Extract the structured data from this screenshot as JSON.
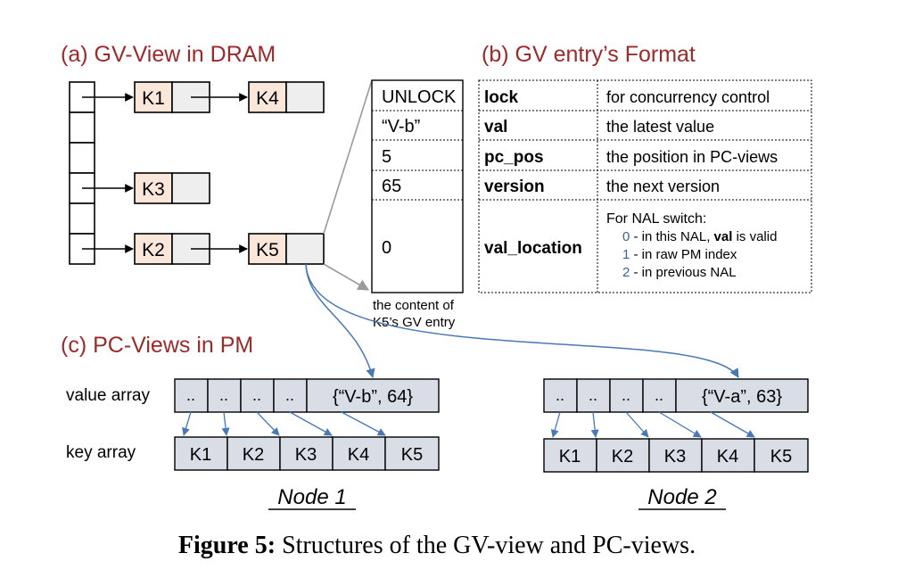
{
  "colors": {
    "heading": "#9b2a2a",
    "key_fill": "#fbe7d9",
    "cell_fill": "#eeeeee",
    "pc_fill": "#d9dde6",
    "arrow": "#4a78b5",
    "connector": "#9a9a9a",
    "code_blue": "#3f5f9a"
  },
  "headings": {
    "a": "(a) GV-View in DRAM",
    "b": "(b) GV entry’s Format",
    "c": "(c) PC-Views in PM"
  },
  "gv_view": {
    "keys": [
      "K1",
      "K4",
      "K3",
      "K2",
      "K5"
    ]
  },
  "entry_values": [
    "UNLOCK",
    "“V-b”",
    "5",
    "65",
    "0"
  ],
  "entry_caption": [
    "the content of",
    "K5’s GV entry"
  ],
  "format_table": {
    "rows": [
      {
        "field": "lock",
        "desc": "for concurrency control"
      },
      {
        "field": "val",
        "desc": "the latest value"
      },
      {
        "field": "pc_pos",
        "desc": "the position in PC-views"
      },
      {
        "field": "version",
        "desc": "the next version"
      },
      {
        "field": "val_location",
        "desc": ""
      }
    ],
    "nal": {
      "title": "For NAL switch:",
      "l1_code": "0",
      "l1_text1": " - in this NAL, ",
      "l1_bold": "val",
      "l1_text2": " is valid",
      "l2_code": "1",
      "l2_text": " - in raw PM index",
      "l3_code": "2",
      "l3_text": " - in previous NAL"
    }
  },
  "pc_views": {
    "value_array_label": "value array",
    "key_array_label": "key array",
    "dots": "..",
    "node1": {
      "name": "Node 1",
      "value": "{“V-b”, 64}",
      "keys": [
        "K1",
        "K2",
        "K3",
        "K4",
        "K5"
      ]
    },
    "node2": {
      "name": "Node 2",
      "value": "{“V-a”, 63}",
      "keys": [
        "K1",
        "K2",
        "K3",
        "K4",
        "K5"
      ]
    }
  },
  "caption": {
    "label": "Figure 5:",
    "text": " Structures of the GV-view and PC-views."
  }
}
